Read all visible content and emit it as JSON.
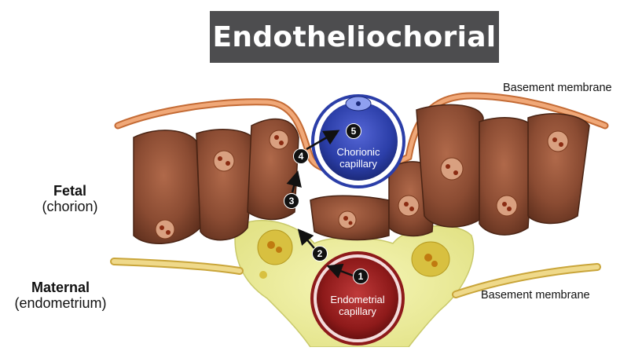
{
  "title": "Endotheliochorial",
  "fetal": {
    "label": "Fetal",
    "sublabel": "(chorion)"
  },
  "maternal": {
    "label": "Maternal",
    "sublabel": "(endometrium)"
  },
  "annotations": {
    "basement_top": "Basement membrane",
    "basement_bottom": "Basement membrane"
  },
  "chorionic_capillary": {
    "line1": "Chorionic",
    "line2": "capillary"
  },
  "endometrial_capillary": {
    "line1": "Endometrial",
    "line2": "capillary"
  },
  "steps": [
    "1",
    "2",
    "3",
    "4",
    "5"
  ],
  "colors": {
    "title_bg": "#4d4d4f",
    "cell_brown": "#8a4b32",
    "membrane_orange": "#d98a55",
    "maternal_yellow": "#f0f0a0",
    "chorionic_blue": "#2b3ea8",
    "endometrial_red": "#8e1a1a"
  }
}
